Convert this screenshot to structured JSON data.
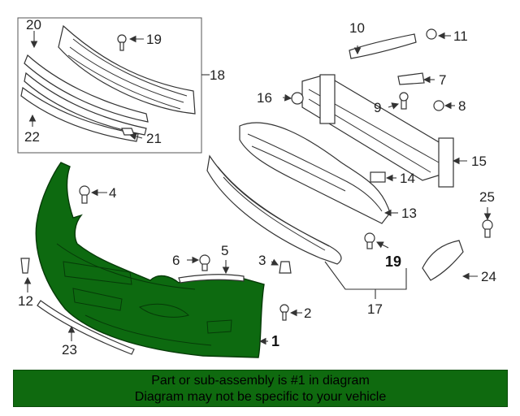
{
  "callouts": {
    "c1": "1",
    "c2": "2",
    "c3": "3",
    "c4": "4",
    "c5": "5",
    "c6": "6",
    "c7": "7",
    "c8": "8",
    "c9": "9",
    "c10": "10",
    "c11": "11",
    "c12": "12",
    "c13": "13",
    "c14": "14",
    "c15": "15",
    "c16": "16",
    "c17": "17",
    "c18": "18",
    "c19a": "19",
    "c19b": "19",
    "c20": "20",
    "c21": "21",
    "c22": "22",
    "c23": "23",
    "c24": "24",
    "c25": "25"
  },
  "highlight": {
    "part_number": "1",
    "color": "#0f6a0f"
  },
  "banner": {
    "line1": "Part or sub-assembly is #1 in diagram",
    "line2": "Diagram may not be specific to your vehicle",
    "background": "#0f6a0f"
  }
}
